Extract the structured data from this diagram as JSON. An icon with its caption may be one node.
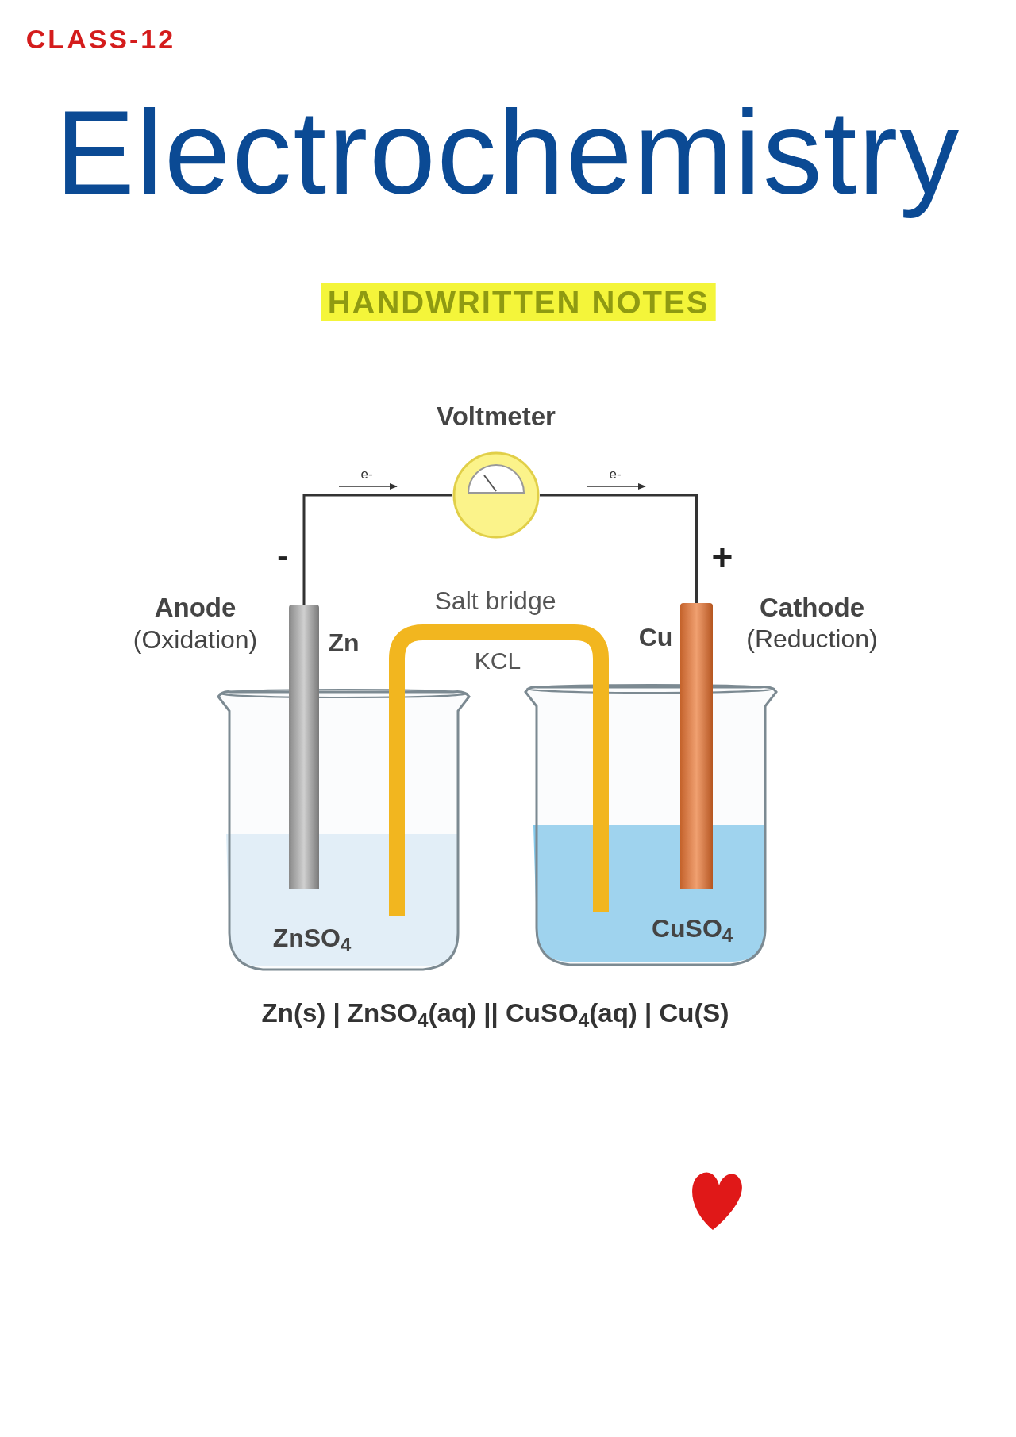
{
  "diagram": {
    "title": "Electrochemistry",
    "nodes": [
      {
        "text": [
          "Voltmeter"
        ]
      },
      {
        "text": [],
        "shape": "bar"
      },
      {
        "text": [],
        "shape": "bar"
      },
      {
        "text": [
          "ZnSO$_{4}$"
        ]
      },
      {
        "text": [
          "CuSO$_{4}$"
        ]
      }
    ],
    "edges": [
      {
        "from": 1,
        "to": 0,
        "arrow": "none"
      },
      {
        "from": 0,
        "to": 2,
        "arrow": "none"
      },
      {
        "from": 3,
        "to": 4,
        "arrow": "none",
        "style": "thick",
        "color": "#f2b61f"
      }
    ],
    "labels": [
      "CLASS-12",
      "HANDWRITTEN NOTES",
      "e-",
      "e-",
      "-",
      "+",
      "Anode",
      "(Oxidation)",
      "Zn",
      "Salt bridge",
      "KCL",
      "Cu",
      "Cathode",
      "(Reduction)",
      "Zn(s) | ZnSO$_{4}$(aq) || CuSO$_{4}$(aq) | Cu(S)"
    ]
  }
}
